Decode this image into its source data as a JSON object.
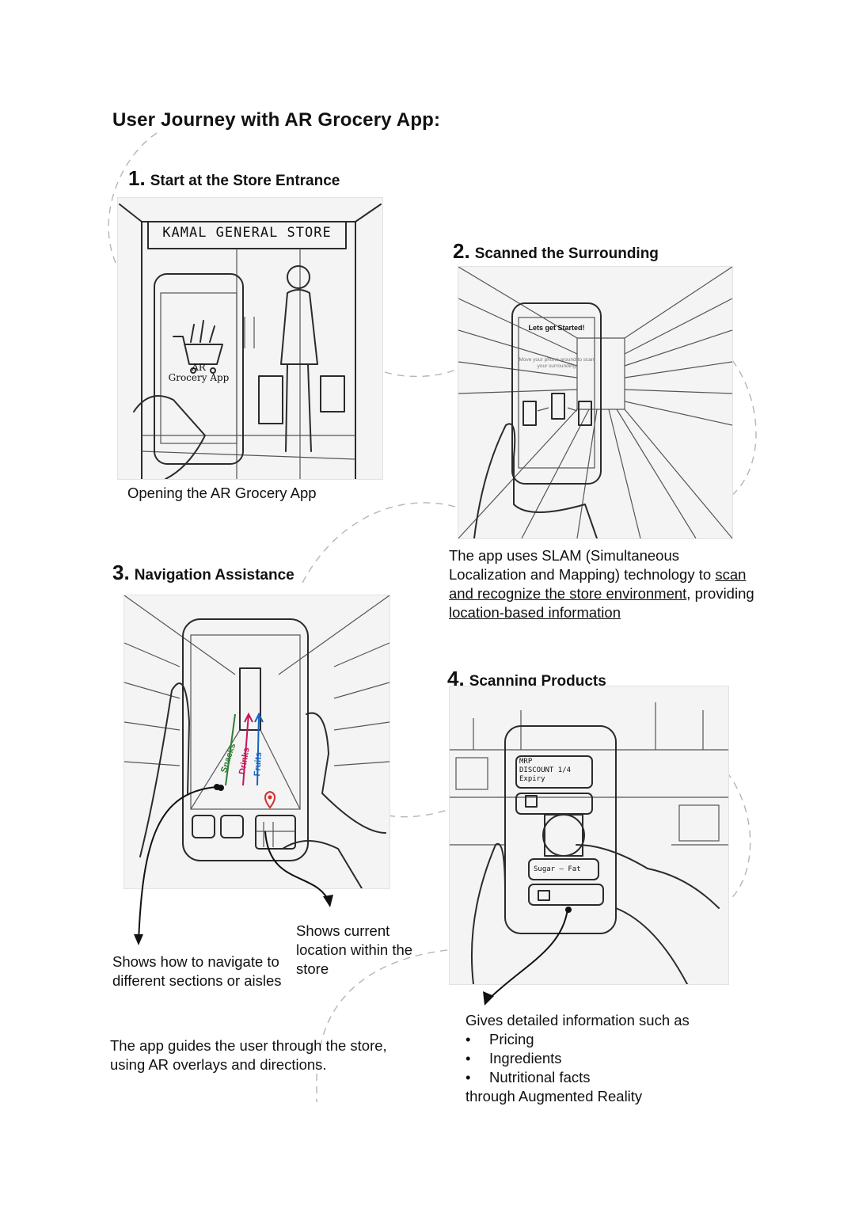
{
  "title": "User Journey with AR Grocery App:",
  "steps": [
    {
      "num": "1.",
      "label": "Start at the Store Entrance",
      "caption": "Opening the AR Grocery App",
      "sketch": {
        "store_sign": "KAMAL GENERAL STORE",
        "app_name_line1": "AR",
        "app_name_line2": "Grocery App"
      }
    },
    {
      "num": "2.",
      "label": "Scanned the Surrounding",
      "sketch": {
        "screen_title": "Lets get Started!",
        "screen_hint": "Move your phone around to scan your surrounding"
      },
      "desc": {
        "part1": "The app uses SLAM (Simultaneous Localization and Mapping) technology to ",
        "link1": "scan and recognize the store environment",
        "part2": ", providing ",
        "link2": "location-based information"
      }
    },
    {
      "num": "3.",
      "label": "Navigation Assistance",
      "sketch": {
        "lane1": "Snacks",
        "lane2": "Drinks",
        "lane3": "Fruits"
      },
      "note_left": "Shows how to navigate to different sections or aisles",
      "note_right": "Shows current location within the store",
      "desc": "The app guides the user through the store, using AR overlays and directions."
    },
    {
      "num": "4.",
      "label": "Scanning Products",
      "sketch": {
        "tag1": "MRP",
        "tag2": "DISCOUNT",
        "tag2_value": "1/4",
        "tag3": "Expiry",
        "tag4": "Sugar",
        "tag5": "Fat"
      },
      "intro": "Gives detailed information such as",
      "bullets": [
        "Pricing",
        "Ingredients",
        "Nutritional facts"
      ],
      "outro": "through Augmented Reality"
    }
  ],
  "colors": {
    "snacks": "#2e7d32",
    "drinks": "#c2185b",
    "fruits": "#1565c0",
    "pin": "#d32f2f",
    "dashed": "#b0b0b0"
  }
}
